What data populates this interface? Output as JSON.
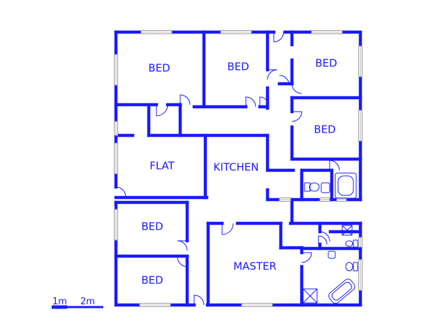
{
  "floorplan": {
    "rooms": [
      {
        "id": "bed-1",
        "label": "BED"
      },
      {
        "id": "bed-2",
        "label": "BED"
      },
      {
        "id": "bed-3",
        "label": "BED"
      },
      {
        "id": "bed-4",
        "label": "BED"
      },
      {
        "id": "flat",
        "label": "FLAT"
      },
      {
        "id": "kitchen",
        "label": "KITCHEN"
      },
      {
        "id": "bed-5",
        "label": "BED"
      },
      {
        "id": "bed-6",
        "label": "BED"
      },
      {
        "id": "master",
        "label": "MASTER"
      }
    ],
    "scale": {
      "label_1": "1m",
      "label_2": "2m"
    },
    "colors": {
      "wall": "#1a1aff",
      "window": "#9c9c9c",
      "background": "#ffffff"
    }
  }
}
